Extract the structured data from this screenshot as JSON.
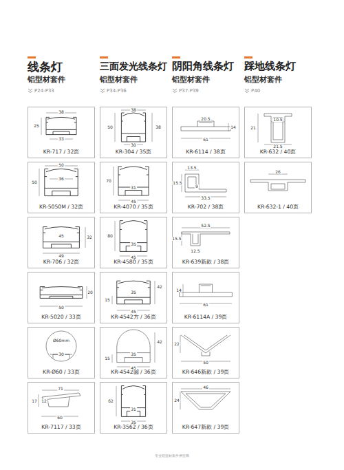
{
  "diagram": {
    "nodes": [
      {
        "text": [
          "KR-717 / 32页"
        ]
      },
      {
        "text": [
          "KR-5050M / 32页"
        ]
      },
      {
        "text": [
          "KR-706 / 32页"
        ]
      },
      {
        "text": [
          "KR-5020 / 33页"
        ]
      },
      {
        "text": [
          "KR-Ø60 / 33页"
        ]
      },
      {
        "text": [
          "KR-7117 / 33页"
        ]
      },
      {
        "text": [
          "KR-304 / 35页"
        ]
      },
      {
        "text": [
          "KR-4070 / 35页"
        ]
      },
      {
        "text": [
          "KR-4580 / 35页"
        ]
      },
      {
        "text": [
          "KR-4542方 / 36页"
        ]
      },
      {
        "text": [
          "KR-4542圆 / 36页"
        ]
      },
      {
        "text": [
          "KR-3562 / 36页"
        ]
      },
      {
        "text": [
          "KR-6114 / 38页"
        ]
      },
      {
        "text": [
          "KR-702 / 38页"
        ]
      },
      {
        "text": [
          "KR-639新款 / 38页"
        ]
      },
      {
        "text": [
          "KR-6114A / 39页"
        ]
      },
      {
        "text": [
          "KR-646新款 / 39页"
        ]
      },
      {
        "text": [
          "KR-647新款 / 39页"
        ]
      },
      {
        "text": [
          "KR-632 / 40页"
        ]
      },
      {
        "text": [
          "KR-632-1 / 40页"
        ]
      }
    ],
    "labels": [
      "线条灯",
      "铝型材套件",
      "P24-P33",
      "三面发光线条灯",
      "铝型材套件",
      "P34-P36",
      "阴阳角线条灯",
      "铝型材套件",
      "P37-P39",
      "踩地线条灯",
      "铝型材套件",
      "P40",
      "38",
      "25",
      "33",
      "50",
      "36",
      "50",
      "45",
      "32",
      "49",
      "20",
      "50",
      "Ø60mm",
      "30",
      "71",
      "17",
      "12",
      "60",
      "38",
      "50",
      "38",
      "30",
      "70",
      "31",
      "45",
      "80",
      "35",
      "45",
      "42",
      "15",
      "35",
      "45",
      "42",
      "15",
      "35",
      "45",
      "62",
      "31",
      "35",
      "20.5",
      "14",
      "61",
      "13.5",
      "15.5",
      "9",
      "33.5",
      "52.5",
      "15.5",
      "12.5",
      "14",
      "61",
      "22",
      "50",
      "46",
      "24",
      "21",
      "10.5",
      "21.5",
      "26",
      "专业铝型材套件供应商"
    ]
  }
}
